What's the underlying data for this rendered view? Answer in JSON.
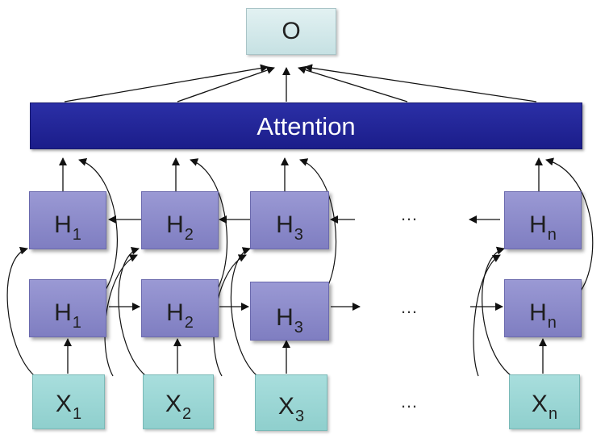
{
  "output": {
    "label": "O"
  },
  "attention": {
    "label": "Attention"
  },
  "ellipsis": "…",
  "backward_row": [
    {
      "base": "H",
      "sub": "1"
    },
    {
      "base": "H",
      "sub": "2"
    },
    {
      "base": "H",
      "sub": "3"
    },
    {
      "base": "H",
      "sub": "n"
    }
  ],
  "forward_row": [
    {
      "base": "H",
      "sub": "1"
    },
    {
      "base": "H",
      "sub": "2"
    },
    {
      "base": "H",
      "sub": "3"
    },
    {
      "base": "H",
      "sub": "n"
    }
  ],
  "input_row": [
    {
      "base": "X",
      "sub": "1"
    },
    {
      "base": "X",
      "sub": "2"
    },
    {
      "base": "X",
      "sub": "3"
    },
    {
      "base": "X",
      "sub": "n"
    }
  ],
  "colors": {
    "attention_bar": "#1f2190",
    "hidden_box": "#8c8bcb",
    "input_box": "#9fd8d6",
    "output_box": "#d3e8ea",
    "arrow": "#111111",
    "direction_arrow": "#3a3aa8"
  }
}
